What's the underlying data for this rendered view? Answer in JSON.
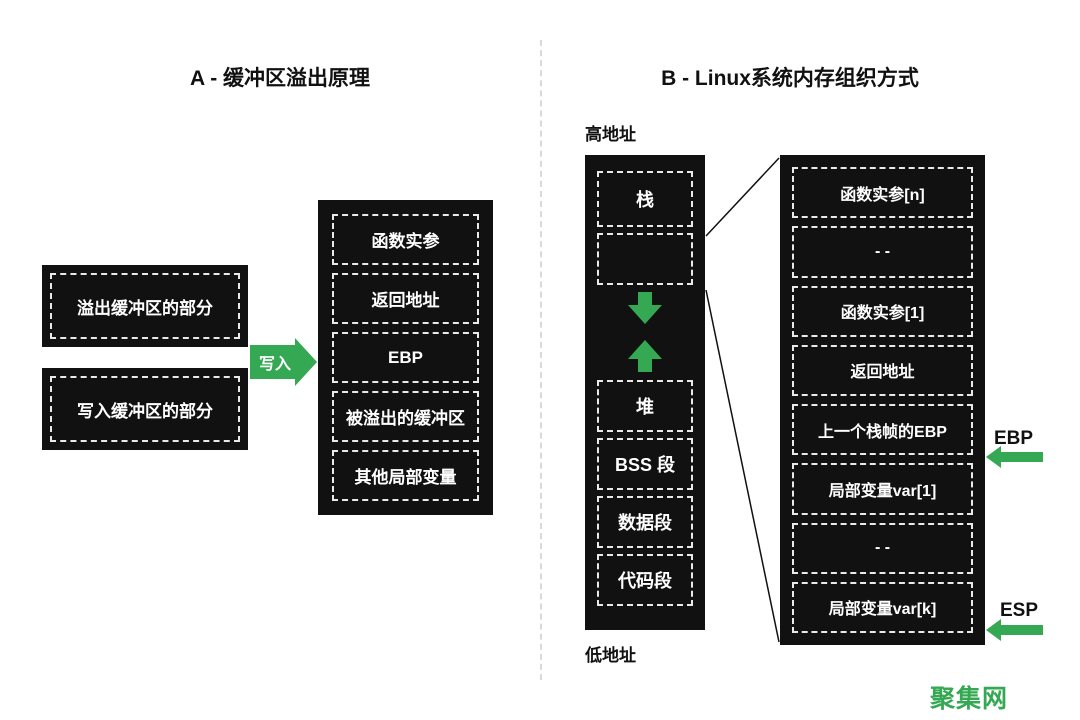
{
  "colors": {
    "green": "#34a853",
    "box_bg": "#111111"
  },
  "panel_a": {
    "title": "A - 缓冲区溢出原理",
    "overflow_box": "溢出缓冲区的部分",
    "write_box": "写入缓冲区的部分",
    "arrow_label": "写入",
    "stack_cells": [
      "函数实参",
      "返回地址",
      "EBP",
      "被溢出的缓冲区",
      "其他局部变量"
    ]
  },
  "panel_b": {
    "title": "B - Linux系统内存组织方式",
    "high_address_label": "高地址",
    "low_address_label": "低地址",
    "memory_segments": {
      "stack": "栈",
      "heap": "堆",
      "bss": "BSS 段",
      "data": "数据段",
      "code": "代码段"
    },
    "stack_frame_cells": [
      "函数实参[n]",
      "- -",
      "函数实参[1]",
      "返回地址",
      "上一个栈帧的EBP",
      "局部变量var[1]",
      "- -",
      "局部变量var[k]"
    ],
    "ebp_label": "EBP",
    "esp_label": "ESP"
  },
  "watermark": "聚集网"
}
